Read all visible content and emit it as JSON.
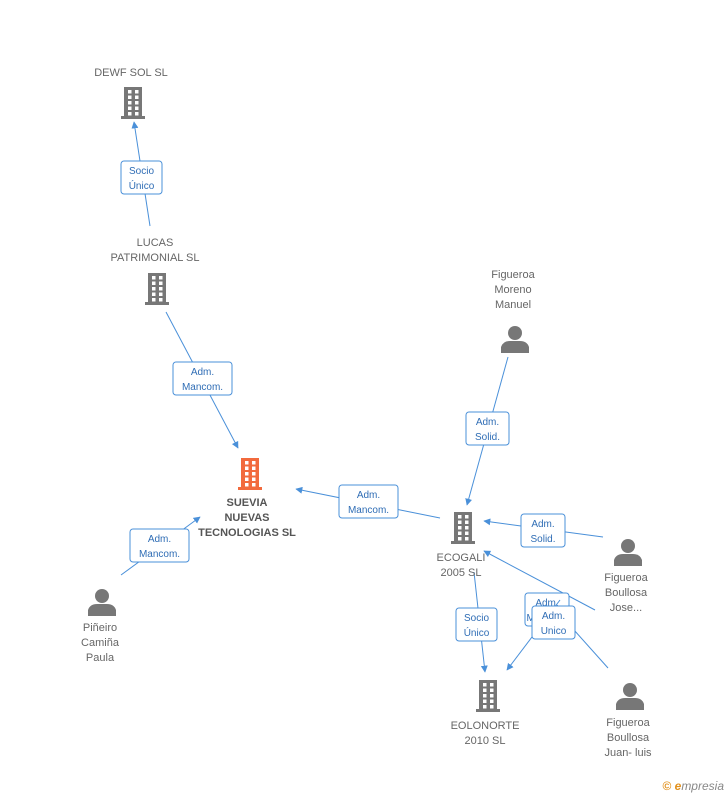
{
  "colors": {
    "edge": "#4a90d9",
    "node": "#777777",
    "center_node": "#f26a3d"
  },
  "nodes": [
    {
      "id": "dewf",
      "type": "company",
      "label": [
        "DEWF SOL SL"
      ],
      "icon": "building-icon"
    },
    {
      "id": "lucas",
      "type": "company",
      "label": [
        "LUCAS",
        "PATRIMONIAL SL"
      ],
      "icon": "building-icon"
    },
    {
      "id": "suevia",
      "type": "company",
      "center": true,
      "label": [
        "SUEVIA",
        "NUEVAS",
        "TECNOLOGIAS SL"
      ],
      "icon": "building-icon"
    },
    {
      "id": "pineiro",
      "type": "person",
      "label": [
        "Piñeiro",
        "Camiña",
        "Paula"
      ],
      "icon": "person-icon"
    },
    {
      "id": "moreno",
      "type": "person",
      "label": [
        "Figueroa",
        "Moreno",
        "Manuel"
      ],
      "icon": "person-icon"
    },
    {
      "id": "ecogali",
      "type": "company",
      "label": [
        "ECOGALI",
        "2005 SL"
      ],
      "icon": "building-icon"
    },
    {
      "id": "jose",
      "type": "person",
      "label": [
        "Figueroa",
        "Boullosa",
        "Jose..."
      ],
      "icon": "person-icon"
    },
    {
      "id": "eolonorte",
      "type": "company",
      "label": [
        "EOLONORTE",
        "2010 SL"
      ],
      "icon": "building-icon"
    },
    {
      "id": "juanluis",
      "type": "person",
      "label": [
        "Figueroa",
        "Boullosa",
        "Juan- luis"
      ],
      "icon": "person-icon"
    }
  ],
  "edges": [
    {
      "from": "lucas",
      "to": "dewf",
      "label": [
        "Socio",
        "Único"
      ]
    },
    {
      "from": "lucas",
      "to": "suevia",
      "label": [
        "Adm.",
        "Mancom."
      ]
    },
    {
      "from": "pineiro",
      "to": "suevia",
      "label": [
        "Adm.",
        "Mancom."
      ]
    },
    {
      "from": "ecogali",
      "to": "suevia",
      "label": [
        "Adm.",
        "Mancom."
      ]
    },
    {
      "from": "moreno",
      "to": "ecogali",
      "label": [
        "Adm.",
        "Solid."
      ]
    },
    {
      "from": "jose",
      "to": "ecogali",
      "label": [
        "Adm.",
        "Solid."
      ]
    },
    {
      "from": "ecogali",
      "to": "eolonorte",
      "label": [
        "Socio",
        "Único"
      ]
    },
    {
      "from": "juanluis",
      "to": "ecogali",
      "label": [
        "Adm.",
        "Mancom."
      ]
    },
    {
      "from": "jose",
      "to": "eolonorte",
      "label": [
        "Adm.",
        "Unico"
      ]
    }
  ],
  "watermark": {
    "copyright": "©",
    "brand_initial": "e",
    "brand_rest": "mpresia"
  }
}
